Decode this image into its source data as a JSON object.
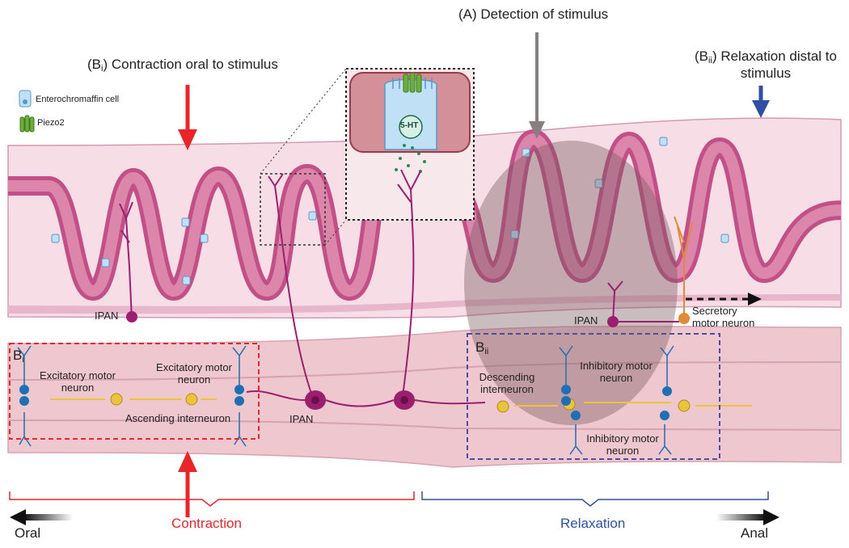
{
  "titles": {
    "detection": "(A) Detection of stimulus",
    "contraction_oral_prefix": "(B",
    "contraction_oral_sub": "i",
    "contraction_oral_suffix": ") Contraction oral to stimulus",
    "relaxation_distal_prefix": "(B",
    "relaxation_distal_sub": "ii",
    "relaxation_distal_line1_suffix": ") Relaxation distal to",
    "relaxation_distal_line2": "stimulus"
  },
  "legend": {
    "enterochromaffin": "Enterochromaffin cell",
    "piezo2": "Piezo2"
  },
  "labels": {
    "ipan_left": "IPAN",
    "ipan_right": "IPAN",
    "ipan_center": "IPAN",
    "five_ht": "5-HT",
    "secretory_line1": "Secretory",
    "secretory_line2": "motor neuron",
    "panel_bi_letter": "B",
    "panel_bi_sub": "i",
    "panel_bii_letter": "B",
    "panel_bii_sub": "ii",
    "excitatory_left_line1": "Excitatory motor",
    "excitatory_left_line2": "neuron",
    "excitatory_right_line1": "Excitatory motor",
    "excitatory_right_line2": "neuron",
    "ascending": "Ascending interneuron",
    "descending_line1": "Descending",
    "descending_line2": "interneuron",
    "inhibitory_top_line1": "Inhibitory motor",
    "inhibitory_top_line2": "neuron",
    "inhibitory_bottom_line1": "Inhibitory motor",
    "inhibitory_bottom_line2": "neuron"
  },
  "bottom": {
    "oral": "Oral",
    "contraction": "Contraction",
    "relaxation": "Relaxation",
    "anal": "Anal"
  },
  "colors": {
    "contraction": "#e8262a",
    "relaxation": "#2f4fa3",
    "stimulus": "#8a7f80",
    "villus": "#b83d78",
    "neuron": "#9b1f6e",
    "interneuron": "#e8c53a",
    "motor_neuron": "#1f6fb5",
    "secretory": "#e08a3a"
  }
}
